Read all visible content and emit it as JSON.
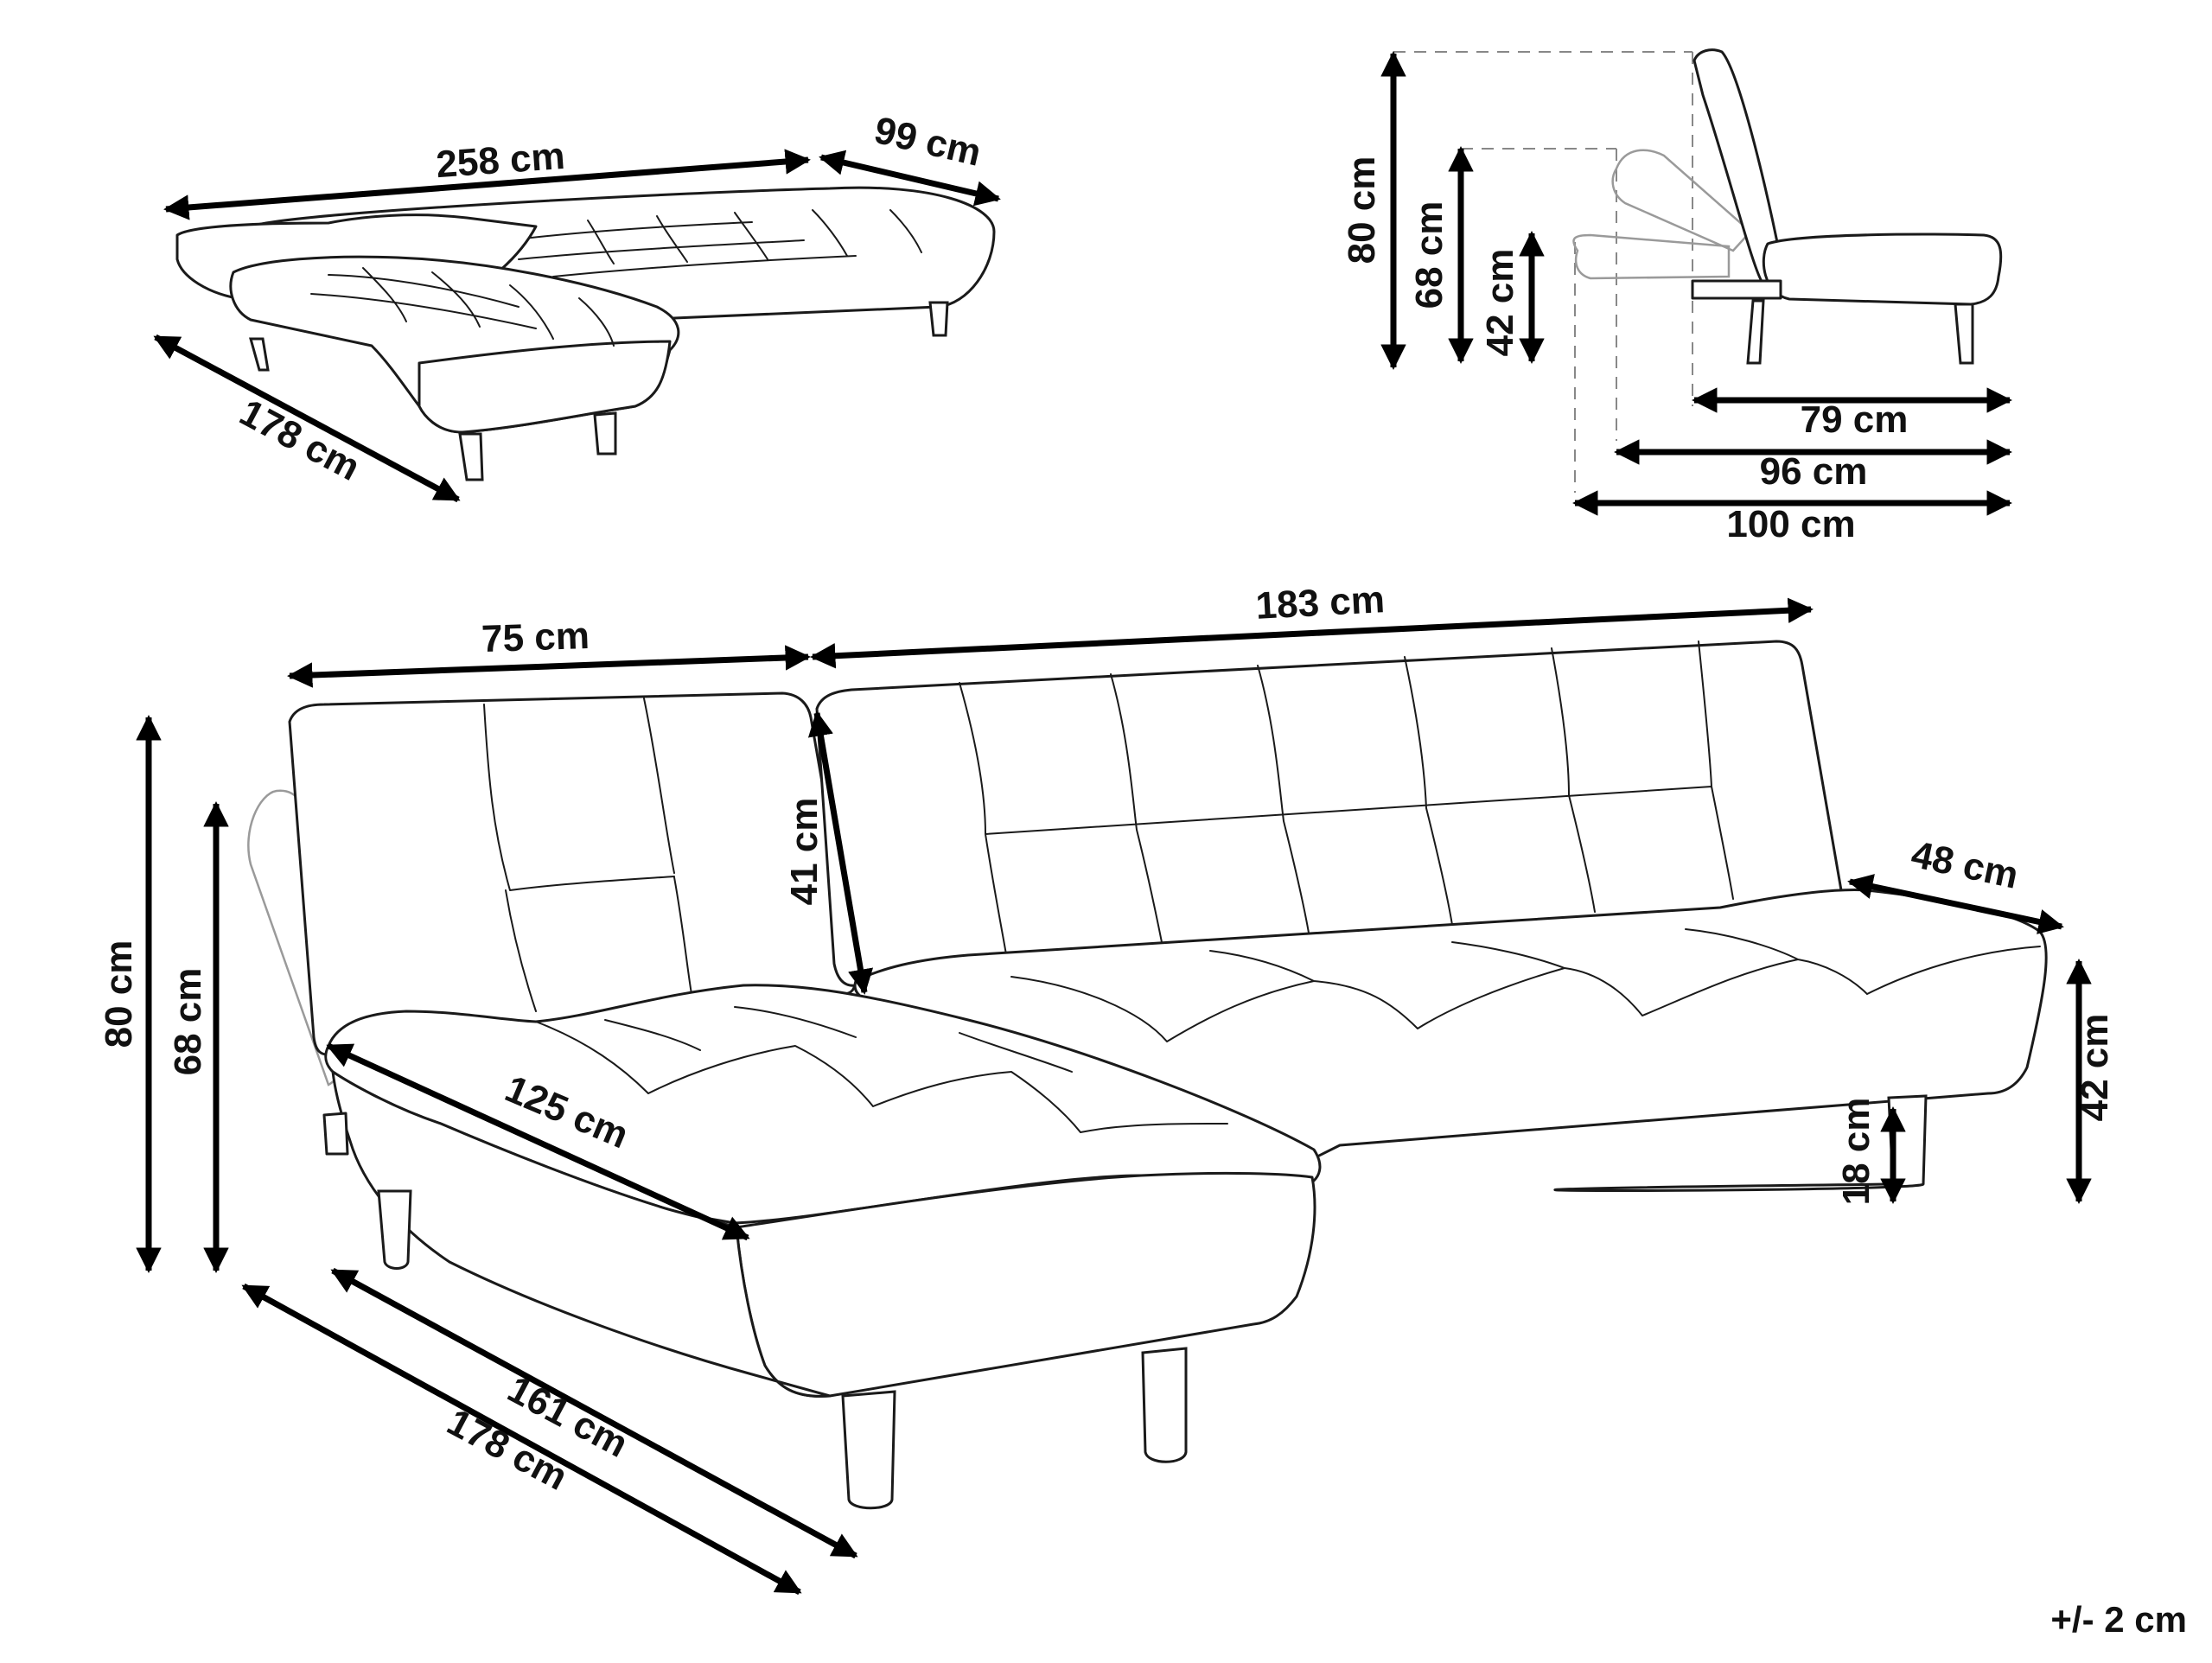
{
  "colors": {
    "ink": "#000000",
    "line": "#1a1a1a",
    "ghost": "#9a9a9a",
    "background": "#ffffff"
  },
  "top_view": {
    "total_width": "258  cm",
    "chaise_width": "99 cm",
    "chaise_length": "178 cm"
  },
  "side_view": {
    "height_back": "80 cm",
    "height_reclined": "68 cm",
    "height_seat": "42 cm",
    "depth_upright": "79 cm",
    "depth_reclined": "96 cm",
    "depth_flat": "100 cm"
  },
  "main_view": {
    "chaise_back_width": "75 cm",
    "sofa_width": "183 cm",
    "backrest_height": "41 cm",
    "seat_depth": "48 cm",
    "total_height": "80 cm",
    "reclined_height": "68 cm",
    "seat_height": "42 cm",
    "leg_height": "18 cm",
    "chaise_seat_length": "125 cm",
    "chaise_length_inner": "161 cm",
    "chaise_length_outer": "178 cm"
  },
  "tolerance": "+/- 2 cm"
}
